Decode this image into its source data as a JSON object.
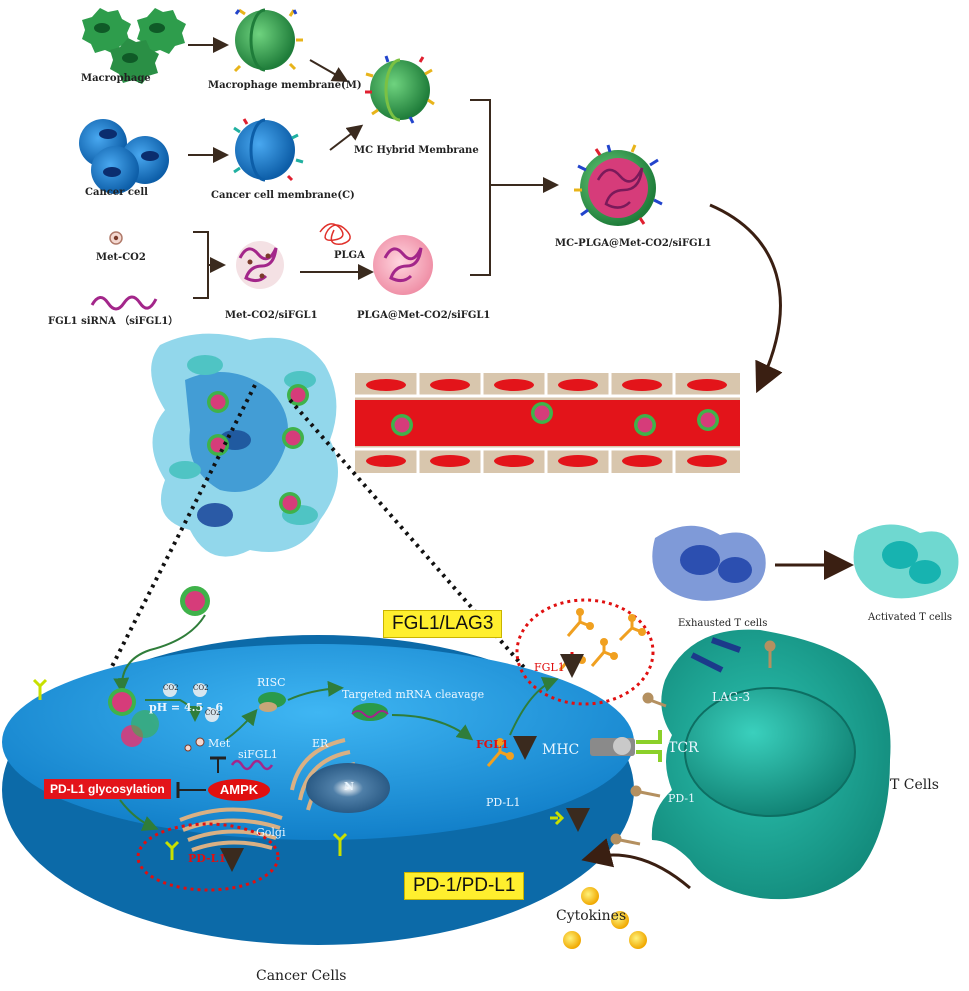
{
  "labels": {
    "macrophage": "Macrophage",
    "macrophage_membrane": "Macrophage membrane(M)",
    "cancer_cell": "Cancer cell",
    "cancer_cell_membrane": "Cancer cell membrane(C)",
    "mc_hybrid_membrane": "MC Hybrid Membrane",
    "met_co2": "Met-CO2",
    "fgl1_sirna": "FGL1 siRNA （siFGL1）",
    "met_co2_sifgl1": "Met-CO2/siFGL1",
    "plga": "PLGA",
    "plga_met_co2_sifgl1": "PLGA@Met-CO2/siFGL1",
    "mc_plga": "MC-PLGA@Met-CO2/siFGL1",
    "exhausted_t_cells": "Exhausted  T cells",
    "activated_t_cells": "Activated T cells",
    "fgl1_lag3": "FGL1/LAG3",
    "fgl1_circle": "FGL1",
    "lag3": "LAG-3",
    "risc": "RISC",
    "targeted_cleavage": "Targeted mRNA cleavage",
    "co2": "CO2",
    "ph": "pH = 4.5 - 6",
    "met": "Met",
    "sifgl1": "siFGL1",
    "er": "ER",
    "n": "N",
    "fgl1_membrane": "FGL1",
    "mhc": "MHC",
    "tcr": "TCR",
    "t_cells": "T Cells",
    "pd1": "PD-1",
    "pdl1_membrane": "PD-L1",
    "pdl1_glycosylation": "PD-L1 glycosylation",
    "ampk": "AMPK",
    "golgi": "Golgi",
    "pdl1_golgi": "PD-L1",
    "pd1_pdl1": "PD-1/PD-L1",
    "cytokines": "Cytokines",
    "cancer_cells": "Cancer Cells"
  },
  "colors": {
    "macrophage": "#2e9d4c",
    "cancer_cell": "#1b74c4",
    "nanoparticle_core": "#d63c7a",
    "vessel_red": "#e3141a",
    "vessel_wall": "#d8c6ad",
    "cytoplasm": "#1f9ce0",
    "t_cell": "#1aa596",
    "highlight_yellow": "#ffef2e",
    "arrow_brown": "#4a2a18",
    "arrow_green": "#2f7d3a"
  }
}
